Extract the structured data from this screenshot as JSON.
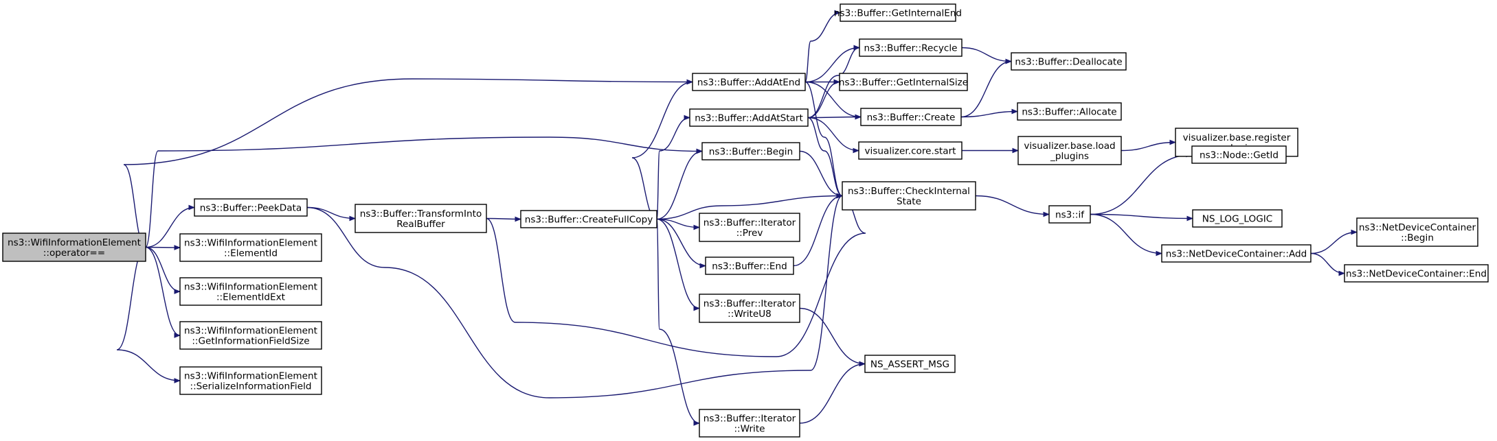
{
  "graph": {
    "edge_color": "#191970",
    "root_fill": "#bfbfbf",
    "nodes": [
      {
        "id": "root",
        "lines": [
          "ns3::WifiInformationElement",
          "::operator=="
        ]
      },
      {
        "id": "peek",
        "lines": [
          "ns3::Buffer::PeekData"
        ]
      },
      {
        "id": "elemid",
        "lines": [
          "ns3::WifiInformationElement",
          "::ElementId"
        ]
      },
      {
        "id": "elemidext",
        "lines": [
          "ns3::WifiInformationElement",
          "::ElementIdExt"
        ]
      },
      {
        "id": "getinfo",
        "lines": [
          "ns3::WifiInformationElement",
          "::GetInformationFieldSize"
        ]
      },
      {
        "id": "serinfo",
        "lines": [
          "ns3::WifiInformationElement",
          "::SerializeInformationField"
        ]
      },
      {
        "id": "transform",
        "lines": [
          "ns3::Buffer::TransformInto",
          "RealBuffer"
        ]
      },
      {
        "id": "createfull",
        "lines": [
          "ns3::Buffer::CreateFullCopy"
        ]
      },
      {
        "id": "addatend",
        "lines": [
          "ns3::Buffer::AddAtEnd"
        ]
      },
      {
        "id": "addatstart",
        "lines": [
          "ns3::Buffer::AddAtStart"
        ]
      },
      {
        "id": "begin",
        "lines": [
          "ns3::Buffer::Begin"
        ]
      },
      {
        "id": "iterprev",
        "lines": [
          "ns3::Buffer::Iterator",
          "::Prev"
        ]
      },
      {
        "id": "end",
        "lines": [
          "ns3::Buffer::End"
        ]
      },
      {
        "id": "writeu8",
        "lines": [
          "ns3::Buffer::Iterator",
          "::WriteU8"
        ]
      },
      {
        "id": "write",
        "lines": [
          "ns3::Buffer::Iterator",
          "::Write"
        ]
      },
      {
        "id": "getintend",
        "lines": [
          "ns3::Buffer::GetInternalEnd"
        ]
      },
      {
        "id": "recycle",
        "lines": [
          "ns3::Buffer::Recycle"
        ]
      },
      {
        "id": "getintsize",
        "lines": [
          "ns3::Buffer::GetInternalSize"
        ]
      },
      {
        "id": "create",
        "lines": [
          "ns3::Buffer::Create"
        ]
      },
      {
        "id": "vcorestart",
        "lines": [
          "visualizer.core.start"
        ]
      },
      {
        "id": "checkint",
        "lines": [
          "ns3::Buffer::CheckInternal",
          "State"
        ]
      },
      {
        "id": "assertmsg",
        "lines": [
          "NS_ASSERT_MSG"
        ]
      },
      {
        "id": "dealloc",
        "lines": [
          "ns3::Buffer::Deallocate"
        ]
      },
      {
        "id": "alloc",
        "lines": [
          "ns3::Buffer::Allocate"
        ]
      },
      {
        "id": "vbaseload",
        "lines": [
          "visualizer.base.load",
          "_plugins"
        ]
      },
      {
        "id": "vbasereg",
        "lines": [
          "visualizer.base.register",
          "_plugin"
        ]
      },
      {
        "id": "nsif",
        "lines": [
          "ns3::if"
        ]
      },
      {
        "id": "nodegetid",
        "lines": [
          "ns3::Node::GetId"
        ]
      },
      {
        "id": "nslogic",
        "lines": [
          "NS_LOG_LOGIC"
        ]
      },
      {
        "id": "ndcadd",
        "lines": [
          "ns3::NetDeviceContainer::Add"
        ]
      },
      {
        "id": "ndcbegin",
        "lines": [
          "ns3::NetDeviceContainer",
          "::Begin"
        ]
      },
      {
        "id": "ndcend",
        "lines": [
          "ns3::NetDeviceContainer::End"
        ]
      }
    ],
    "edges": [
      [
        "root",
        "addatend"
      ],
      [
        "root",
        "begin"
      ],
      [
        "root",
        "peek"
      ],
      [
        "root",
        "elemid"
      ],
      [
        "root",
        "elemidext"
      ],
      [
        "root",
        "getinfo"
      ],
      [
        "root",
        "serinfo"
      ],
      [
        "peek",
        "transform"
      ],
      [
        "peek",
        "checkint"
      ],
      [
        "transform",
        "createfull"
      ],
      [
        "transform",
        "checkint"
      ],
      [
        "createfull",
        "addatend"
      ],
      [
        "createfull",
        "addatstart"
      ],
      [
        "createfull",
        "begin"
      ],
      [
        "createfull",
        "checkint"
      ],
      [
        "createfull",
        "iterprev"
      ],
      [
        "createfull",
        "end"
      ],
      [
        "createfull",
        "writeu8"
      ],
      [
        "createfull",
        "write"
      ],
      [
        "addatend",
        "getintend"
      ],
      [
        "addatend",
        "recycle"
      ],
      [
        "addatend",
        "getintsize"
      ],
      [
        "addatend",
        "create"
      ],
      [
        "addatend",
        "checkint"
      ],
      [
        "addatstart",
        "recycle"
      ],
      [
        "addatstart",
        "getintsize"
      ],
      [
        "addatstart",
        "create"
      ],
      [
        "addatstart",
        "vcorestart"
      ],
      [
        "addatstart",
        "checkint"
      ],
      [
        "begin",
        "checkint"
      ],
      [
        "end",
        "checkint"
      ],
      [
        "writeu8",
        "assertmsg"
      ],
      [
        "write",
        "assertmsg"
      ],
      [
        "recycle",
        "dealloc"
      ],
      [
        "create",
        "dealloc"
      ],
      [
        "create",
        "alloc"
      ],
      [
        "vcorestart",
        "vbaseload"
      ],
      [
        "vbaseload",
        "vbasereg"
      ],
      [
        "checkint",
        "nsif"
      ],
      [
        "nsif",
        "nodegetid"
      ],
      [
        "nsif",
        "nslogic"
      ],
      [
        "nsif",
        "ndcadd"
      ],
      [
        "ndcadd",
        "ndcbegin"
      ],
      [
        "ndcadd",
        "ndcend"
      ]
    ]
  }
}
